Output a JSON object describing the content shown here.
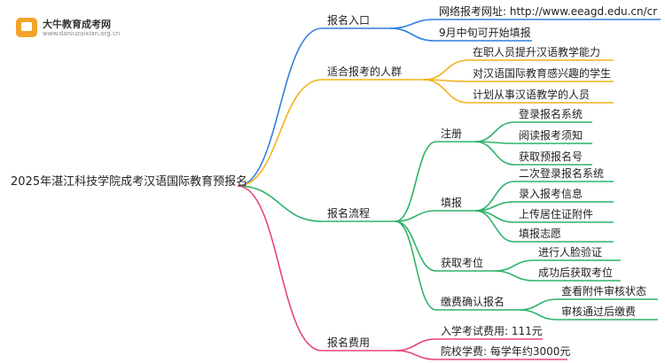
{
  "logo": {
    "title": "大牛教育成考网",
    "subtitle": "www.daniuzaixian.org.cn"
  },
  "root": "2025年湛江科技学院成考汉语国际教育预报名",
  "branches": {
    "entry": {
      "label": "报名入口",
      "items": [
        "网络报考网址: http://www.eeagd.edu.cn/cr",
        "9月中旬可开始填报"
      ]
    },
    "audience": {
      "label": "适合报考的人群",
      "items": [
        "在职人员提升汉语教学能力",
        "对汉语国际教育感兴趣的学生",
        "计划从事汉语教学的人员"
      ]
    },
    "process": {
      "label": "报名流程",
      "register": {
        "label": "注册",
        "items": [
          "登录报名系统",
          "阅读报考须知",
          "获取预报名号"
        ]
      },
      "fill": {
        "label": "填报",
        "items": [
          "二次登录报名系统",
          "录入报考信息",
          "上传居住证附件",
          "填报志愿"
        ]
      },
      "seat": {
        "label": "获取考位",
        "items": [
          "进行人脸验证",
          "成功后获取考位"
        ]
      },
      "pay": {
        "label": "缴费确认报名",
        "items": [
          "查看附件审核状态",
          "审核通过后缴费"
        ]
      }
    },
    "fees": {
      "label": "报名费用",
      "items": [
        "入学考试费用: 111元",
        "院校学费: 每学年约3000元"
      ]
    }
  },
  "colors": {
    "entry": "#2f7fe0",
    "audience": "#f0b21a",
    "process": "#2db36a",
    "fees": "#e8457a"
  }
}
